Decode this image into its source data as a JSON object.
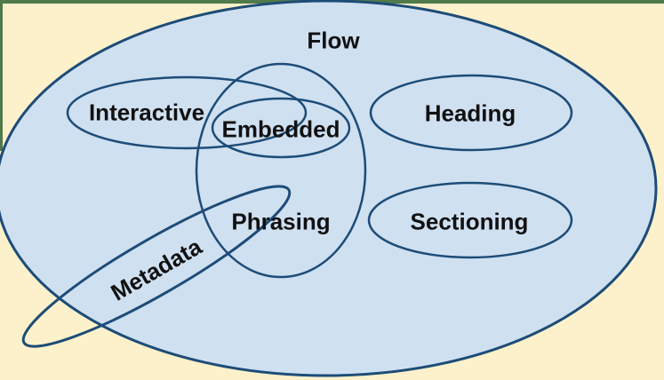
{
  "diagram": {
    "type": "venn-euler",
    "subject": "content categories",
    "labels": {
      "flow": "Flow",
      "interactive": "Interactive",
      "embedded": "Embedded",
      "heading": "Heading",
      "phrasing": "Phrasing",
      "sectioning": "Sectioning",
      "metadata": "Metadata"
    },
    "colors": {
      "page_background": "#FDF1CB",
      "flow_fill": "#CFE0F1",
      "ellipse_outline": "#1D4C77",
      "border_accent_green": "#507A4B",
      "label_text": "#111111"
    }
  }
}
